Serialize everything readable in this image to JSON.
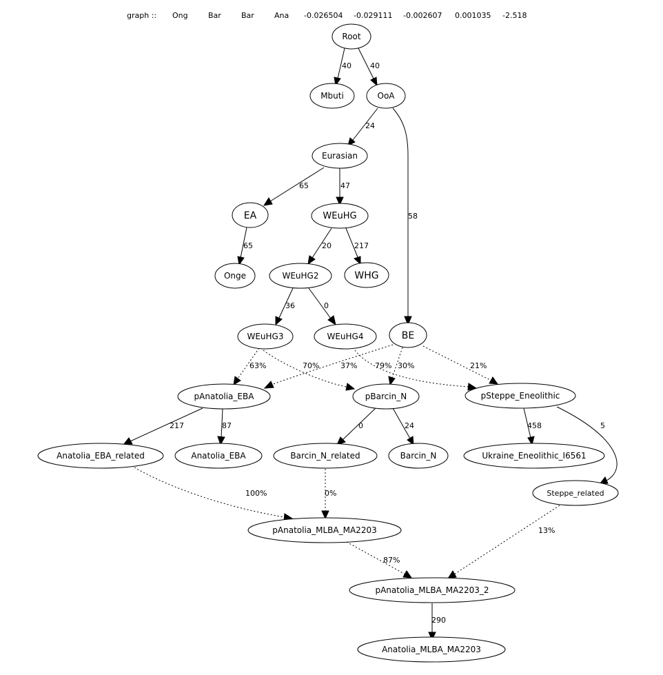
{
  "header": {
    "label": "graph ::",
    "pops": [
      "Ong",
      "Bar",
      "Bar",
      "Ana"
    ],
    "stats": [
      "-0.026504",
      "-0.029111",
      "-0.002607",
      "0.001035",
      "-2.518"
    ]
  },
  "nodes": {
    "Root": "Root",
    "Mbuti": "Mbuti",
    "OoA": "OoA",
    "Eurasian": "Eurasian",
    "EA": "EA",
    "WEuHG": "WEuHG",
    "Onge": "Onge",
    "WEuHG2": "WEuHG2",
    "WHG": "WHG",
    "WEuHG3": "WEuHG3",
    "WEuHG4": "WEuHG4",
    "BE": "BE",
    "pAnatolia_EBA": "pAnatolia_EBA",
    "pBarcin_N": "pBarcin_N",
    "pSteppe_Eneolithic": "pSteppe_Eneolithic",
    "Anatolia_EBA_related": "Anatolia_EBA_related",
    "Anatolia_EBA": "Anatolia_EBA",
    "Barcin_N_related": "Barcin_N_related",
    "Barcin_N": "Barcin_N",
    "Ukraine_Eneolithic_I6561": "Ukraine_Eneolithic_I6561",
    "Steppe_related": "Steppe_related",
    "pAnatolia_MLBA_MA2203": "pAnatolia_MLBA_MA2203",
    "pAnatolia_MLBA_MA2203_2": "pAnatolia_MLBA_MA2203_2",
    "Anatolia_MLBA_MA2203": "Anatolia_MLBA_MA2203"
  },
  "edges": {
    "root_mbuti": "40",
    "root_ooa": "40",
    "ooa_eurasian": "24",
    "ooa_be": "58",
    "eurasian_ea": "65",
    "eurasian_weuhg": "47",
    "ea_onge": "65",
    "weuhg_weuhg2": "20",
    "weuhg_whg": "217",
    "weuhg2_weuhg3": "36",
    "weuhg2_weuhg4": "0",
    "weuhg3_panat": "63%",
    "weuhg3_pbarcin": "70%",
    "be_panat": "37%",
    "weuhg4_psteppe": "79%",
    "be_pbarcin": "30%",
    "be_psteppe": "21%",
    "panat_anatrel": "217",
    "panat_anat": "87",
    "pbarcin_barcinrel": "0",
    "pbarcin_barcin": "24",
    "psteppe_ukraine": "458",
    "psteppe_stepperel": "5",
    "anatrel_pmlba": "100%",
    "barcinrel_pmlba": "0%",
    "pmlba_pmlba2": "87%",
    "stepperel_pmlba2": "13%",
    "pmlba2_mlba": "290"
  }
}
